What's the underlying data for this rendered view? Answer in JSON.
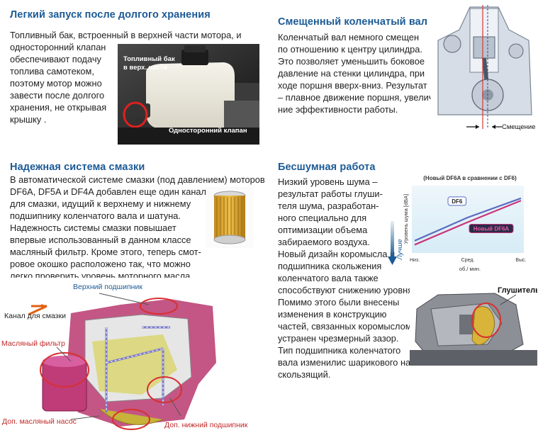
{
  "section1": {
    "heading": "Легкий запуск после долгого хранения",
    "lines": [
      "Топливный бак, встроенный в верхней части мотора, и",
      "односторонний клапан",
      "обеспечивают подачу",
      "топлива самотеком,",
      "поэтому мотор можно",
      "завести после долгого",
      "хранения, не открывая",
      "крышку ."
    ],
    "img_label_tank_1": "Топливный бак",
    "img_label_tank_2": "в верх. части",
    "img_label_valve": "Односторонний клапан"
  },
  "section2": {
    "heading": "Смещенный коленчатый вал",
    "lines": [
      "Коленчатый вал немного смещен",
      "по отношению к центру цилиндра.",
      "Это позволяет уменьшить боковое",
      "давление на стенки цилиндра, при",
      "ходе поршня вверх-вниз. Результат",
      "– плавное движение поршня, увеличе-",
      "ние эффективности работы."
    ],
    "img_label_offset": "Смещение"
  },
  "section3": {
    "heading": "Надежная система смазки",
    "lines": [
      "В автоматической системе смазки (под давлением) моторов",
      "DF6A, DF5A и DF4A добавлен еще один канал",
      "для смазки, идущий к верхнему и нижнему",
      "подшипнику коленчатого вала и шатуна.",
      "Надежность системы смазки повышает",
      "впервые использованный в данном классе",
      "масляный фильтр. Кроме этого, теперь смот-",
      "ровое окошко расположено так, что можно",
      "легко проверить уровень моторного масла."
    ],
    "diagram_labels": {
      "upper_bearing": "Верхний подшипник",
      "oil_channel": "Канал для смазки",
      "oil_filter": "Масляный фильтр",
      "oil_pump": "Доп. масляный насос",
      "lower_bearing": "Доп. нижний подшипник"
    }
  },
  "section4": {
    "heading": "Бесшумная работа",
    "lines_narrow": [
      "Низкий уровень шума –",
      "результат работы глуши-",
      "теля шума, разработан-",
      "ного специально для",
      "оптимизации объема",
      "забираемого воздуха."
    ],
    "lines_wide": [
      "Новый дизайн коромысла и",
      "подшипника скольжения",
      "коленчатого вала также",
      "способствуют снижению уровня шума.",
      "Помимо этого были внесены",
      "изменения в конструкцию",
      "частей, связанных коромыслом,",
      "устранен чрезмерный зазор.",
      "Тип подшипника коленчатого",
      "вала изменилис шарикового на",
      "скользящий."
    ],
    "muffler_label": "Глушитель"
  },
  "chart_data": {
    "type": "line",
    "title": "(Новый DF6A в сравнении с DF6)",
    "ylabel": "Уровень шума [dBA]",
    "xlabel": "об./ мин.",
    "categories": [
      "Низ.",
      "Сред.",
      "Выс."
    ],
    "better_label": "Лучше",
    "series": [
      {
        "name": "DF6",
        "color": "#5a6cc0",
        "values": [
          0.15,
          0.55,
          0.88
        ]
      },
      {
        "name": "Новый DF6A",
        "color": "#c8357a",
        "values": [
          0.08,
          0.47,
          0.84
        ]
      }
    ]
  }
}
